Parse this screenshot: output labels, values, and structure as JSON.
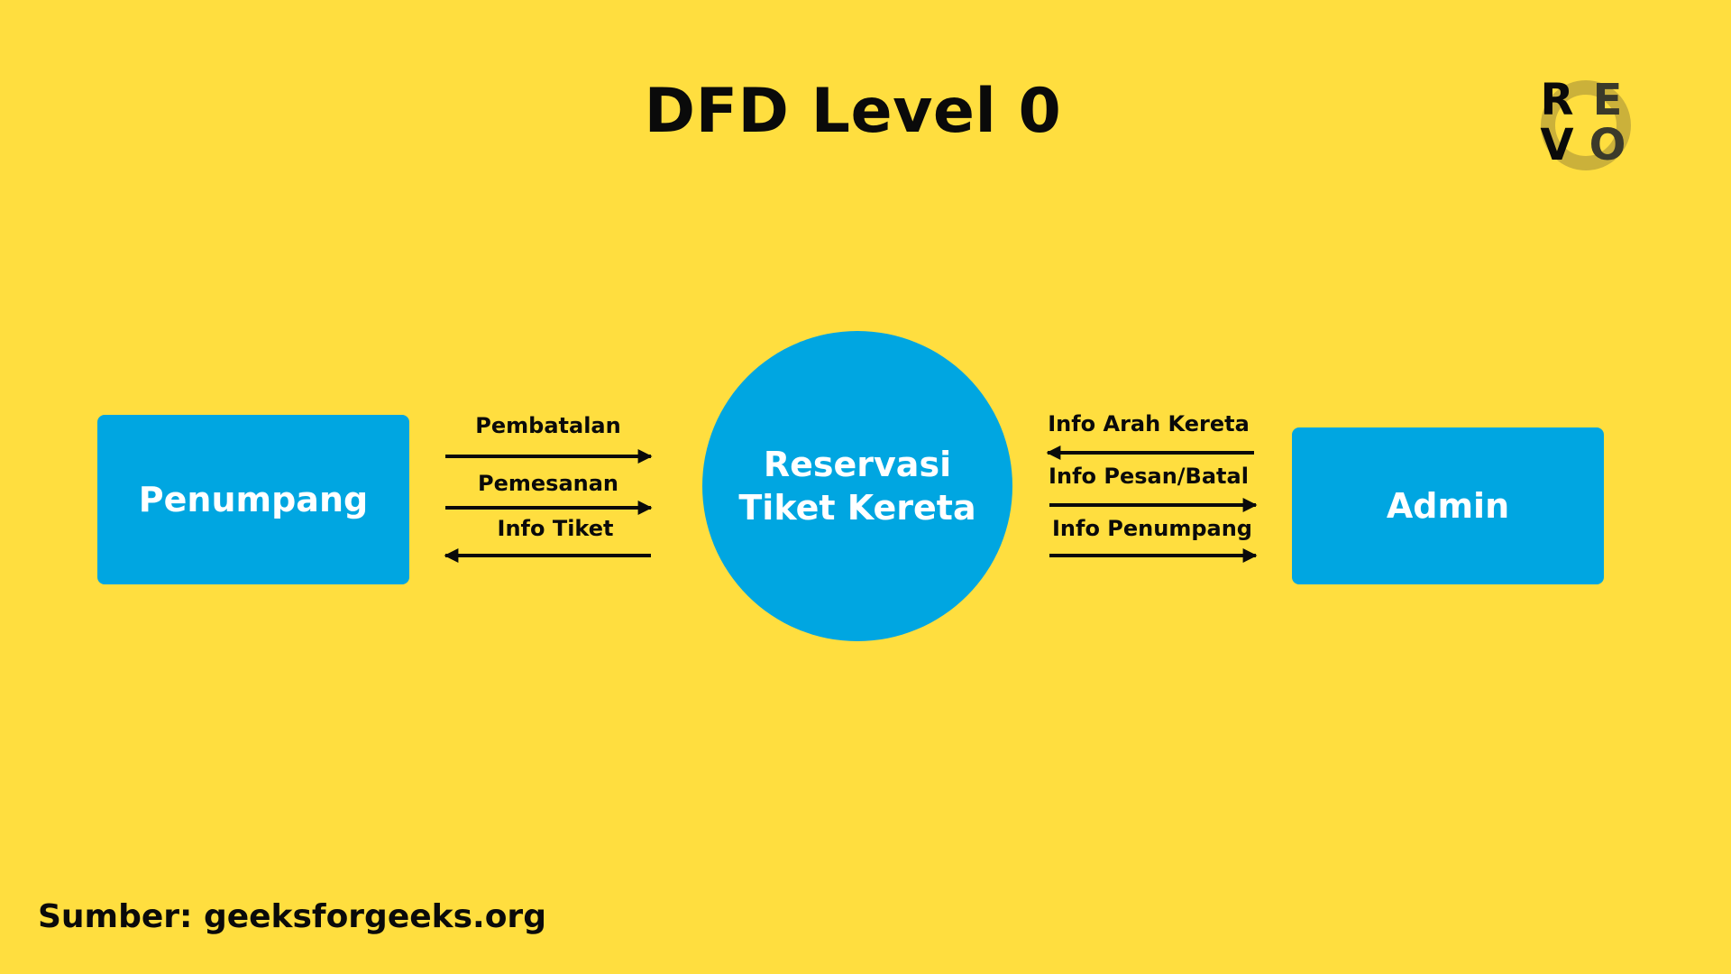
{
  "title": "DFD Level 0",
  "logo": {
    "letters": [
      "R",
      "E",
      "V",
      "O"
    ]
  },
  "entities": {
    "left": "Penumpang",
    "right": "Admin"
  },
  "process": {
    "line1": "Reservasi",
    "line2": "Tiket Kereta"
  },
  "flows_left": [
    {
      "label": "Pembatalan",
      "direction": "to-process"
    },
    {
      "label": "Pemesanan",
      "direction": "to-process"
    },
    {
      "label": "Info Tiket",
      "direction": "to-entity"
    }
  ],
  "flows_right": [
    {
      "label": "Info Arah Kereta",
      "direction": "to-process"
    },
    {
      "label": "Info Pesan/Batal",
      "direction": "to-entity"
    },
    {
      "label": "Info Penumpang",
      "direction": "to-entity"
    }
  ],
  "source": "Sumber: geeksforgeeks.org",
  "colors": {
    "background": "#FFDE3F",
    "shape": "#00A6E1",
    "text": "#0A0A0A"
  }
}
